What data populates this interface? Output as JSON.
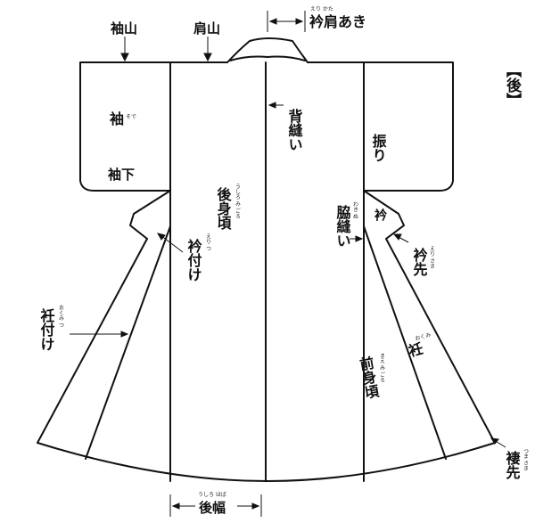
{
  "title": "【後】",
  "labels": {
    "sode_yama": "袖山",
    "kata_yama": "肩山",
    "eri_kata_aki": "衿肩あき",
    "eri_kata_aki_ruby": "えり かた",
    "sode": "袖",
    "sode_ruby": "そで",
    "sode_shita": "袖下",
    "se_nui": "背縫い",
    "furi": "振り",
    "ushiro_migoro": "後身頃",
    "ushiro_migoro_ruby": "うしろ み ごろ",
    "waki_nui": "脇縫い",
    "waki_nui_ruby": "わき ぬ",
    "eri": "衿",
    "eri_tsuke": "衿付け",
    "eri_tsuke_ruby": "えり つ",
    "eri_saki": "衿先",
    "eri_saki_ruby": "えり さき",
    "okumi_tsuke": "衽付け",
    "okumi_tsuke_ruby": "おくみ つ",
    "okumi": "衽",
    "okumi_ruby": "おくみ",
    "mae_migoro": "前身頃",
    "mae_migoro_ruby": "まえ み ごろ",
    "tsuma_saki": "褄先",
    "tsuma_saki_ruby": "つま さき",
    "ushiro_haba": "後幅",
    "ushiro_haba_ruby": "うしろ はば"
  }
}
